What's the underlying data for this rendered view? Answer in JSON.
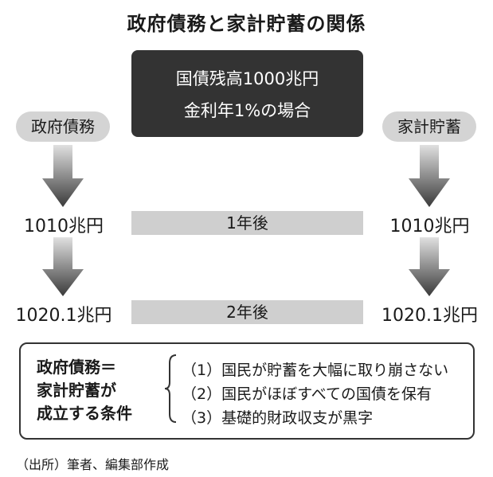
{
  "title": "政府債務と家計貯蓄の関係",
  "premise": {
    "line1": "国債残高1000兆円",
    "line2": "金利年1%の場合"
  },
  "left": {
    "label": "政府債務",
    "amount_1": "1010兆円",
    "amount_2": "1020.1兆円"
  },
  "right": {
    "label": "家計貯蓄",
    "amount_1": "1010兆円",
    "amount_2": "1020.1兆円"
  },
  "steps": {
    "step_1": "1年後",
    "step_2": "2年後"
  },
  "conditions": {
    "heading": [
      "政府債務＝",
      "家計貯蓄が",
      "成立する条件"
    ],
    "items": [
      "（1）国民が貯蓄を大幅に取り崩さない",
      "（2）国民がほぼすべての国債を保有",
      "（3）基礎的財政収支が黒字"
    ]
  },
  "source": "（出所）筆者、編集部作成",
  "colors": {
    "dark_box": "#333333",
    "pill": "#d4d4d4",
    "band": "#cfcfcf"
  }
}
